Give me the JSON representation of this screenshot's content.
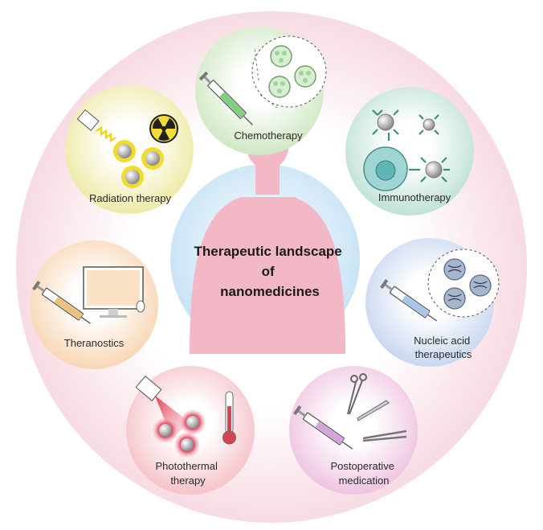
{
  "center": {
    "title_lines": [
      "Therapeutic landscape",
      "of",
      "nanomedicines"
    ]
  },
  "modalities": [
    {
      "id": "chemotherapy",
      "lines": [
        "Chemotherapy"
      ]
    },
    {
      "id": "immunotherapy",
      "lines": [
        "Immunotherapy"
      ]
    },
    {
      "id": "nucleic-acid",
      "lines": [
        "Nucleic acid",
        "therapeutics"
      ]
    },
    {
      "id": "postoperative",
      "lines": [
        "Postoperative",
        "medication"
      ]
    },
    {
      "id": "photothermal",
      "lines": [
        "Photothermal",
        "therapy"
      ]
    },
    {
      "id": "theranostics",
      "lines": [
        "Theranostics"
      ]
    },
    {
      "id": "radiation",
      "lines": [
        "Radiation therapy"
      ]
    }
  ],
  "colors": {
    "outer_ring": "#f9e3e8",
    "center_bg": "#d4e9f7",
    "silhouette": "#f2b8c6",
    "chemotherapy": "#dff0d6",
    "immunotherapy": "#d3ece4",
    "nucleic-acid": "#dbe5f5",
    "postoperative": "#f4d7ec",
    "photothermal": "#f9d6d9",
    "theranostics": "#fbe6cf",
    "radiation": "#f4f2c6"
  }
}
